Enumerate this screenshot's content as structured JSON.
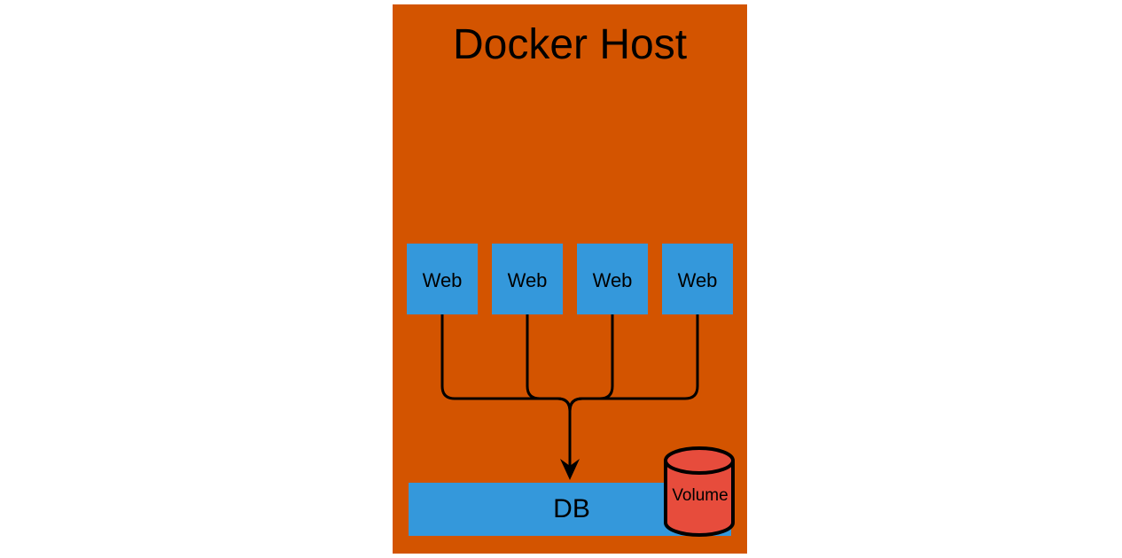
{
  "host": {
    "title": "Docker Host",
    "color": "#d35400"
  },
  "web_nodes": [
    {
      "label": "Web"
    },
    {
      "label": "Web"
    },
    {
      "label": "Web"
    },
    {
      "label": "Web"
    }
  ],
  "db": {
    "label": "DB",
    "color": "#3498db"
  },
  "volume": {
    "label": "Volume",
    "color": "#e74c3c",
    "icon": "cylinder-icon"
  },
  "colors": {
    "web": "#3498db",
    "stroke": "#000000"
  }
}
